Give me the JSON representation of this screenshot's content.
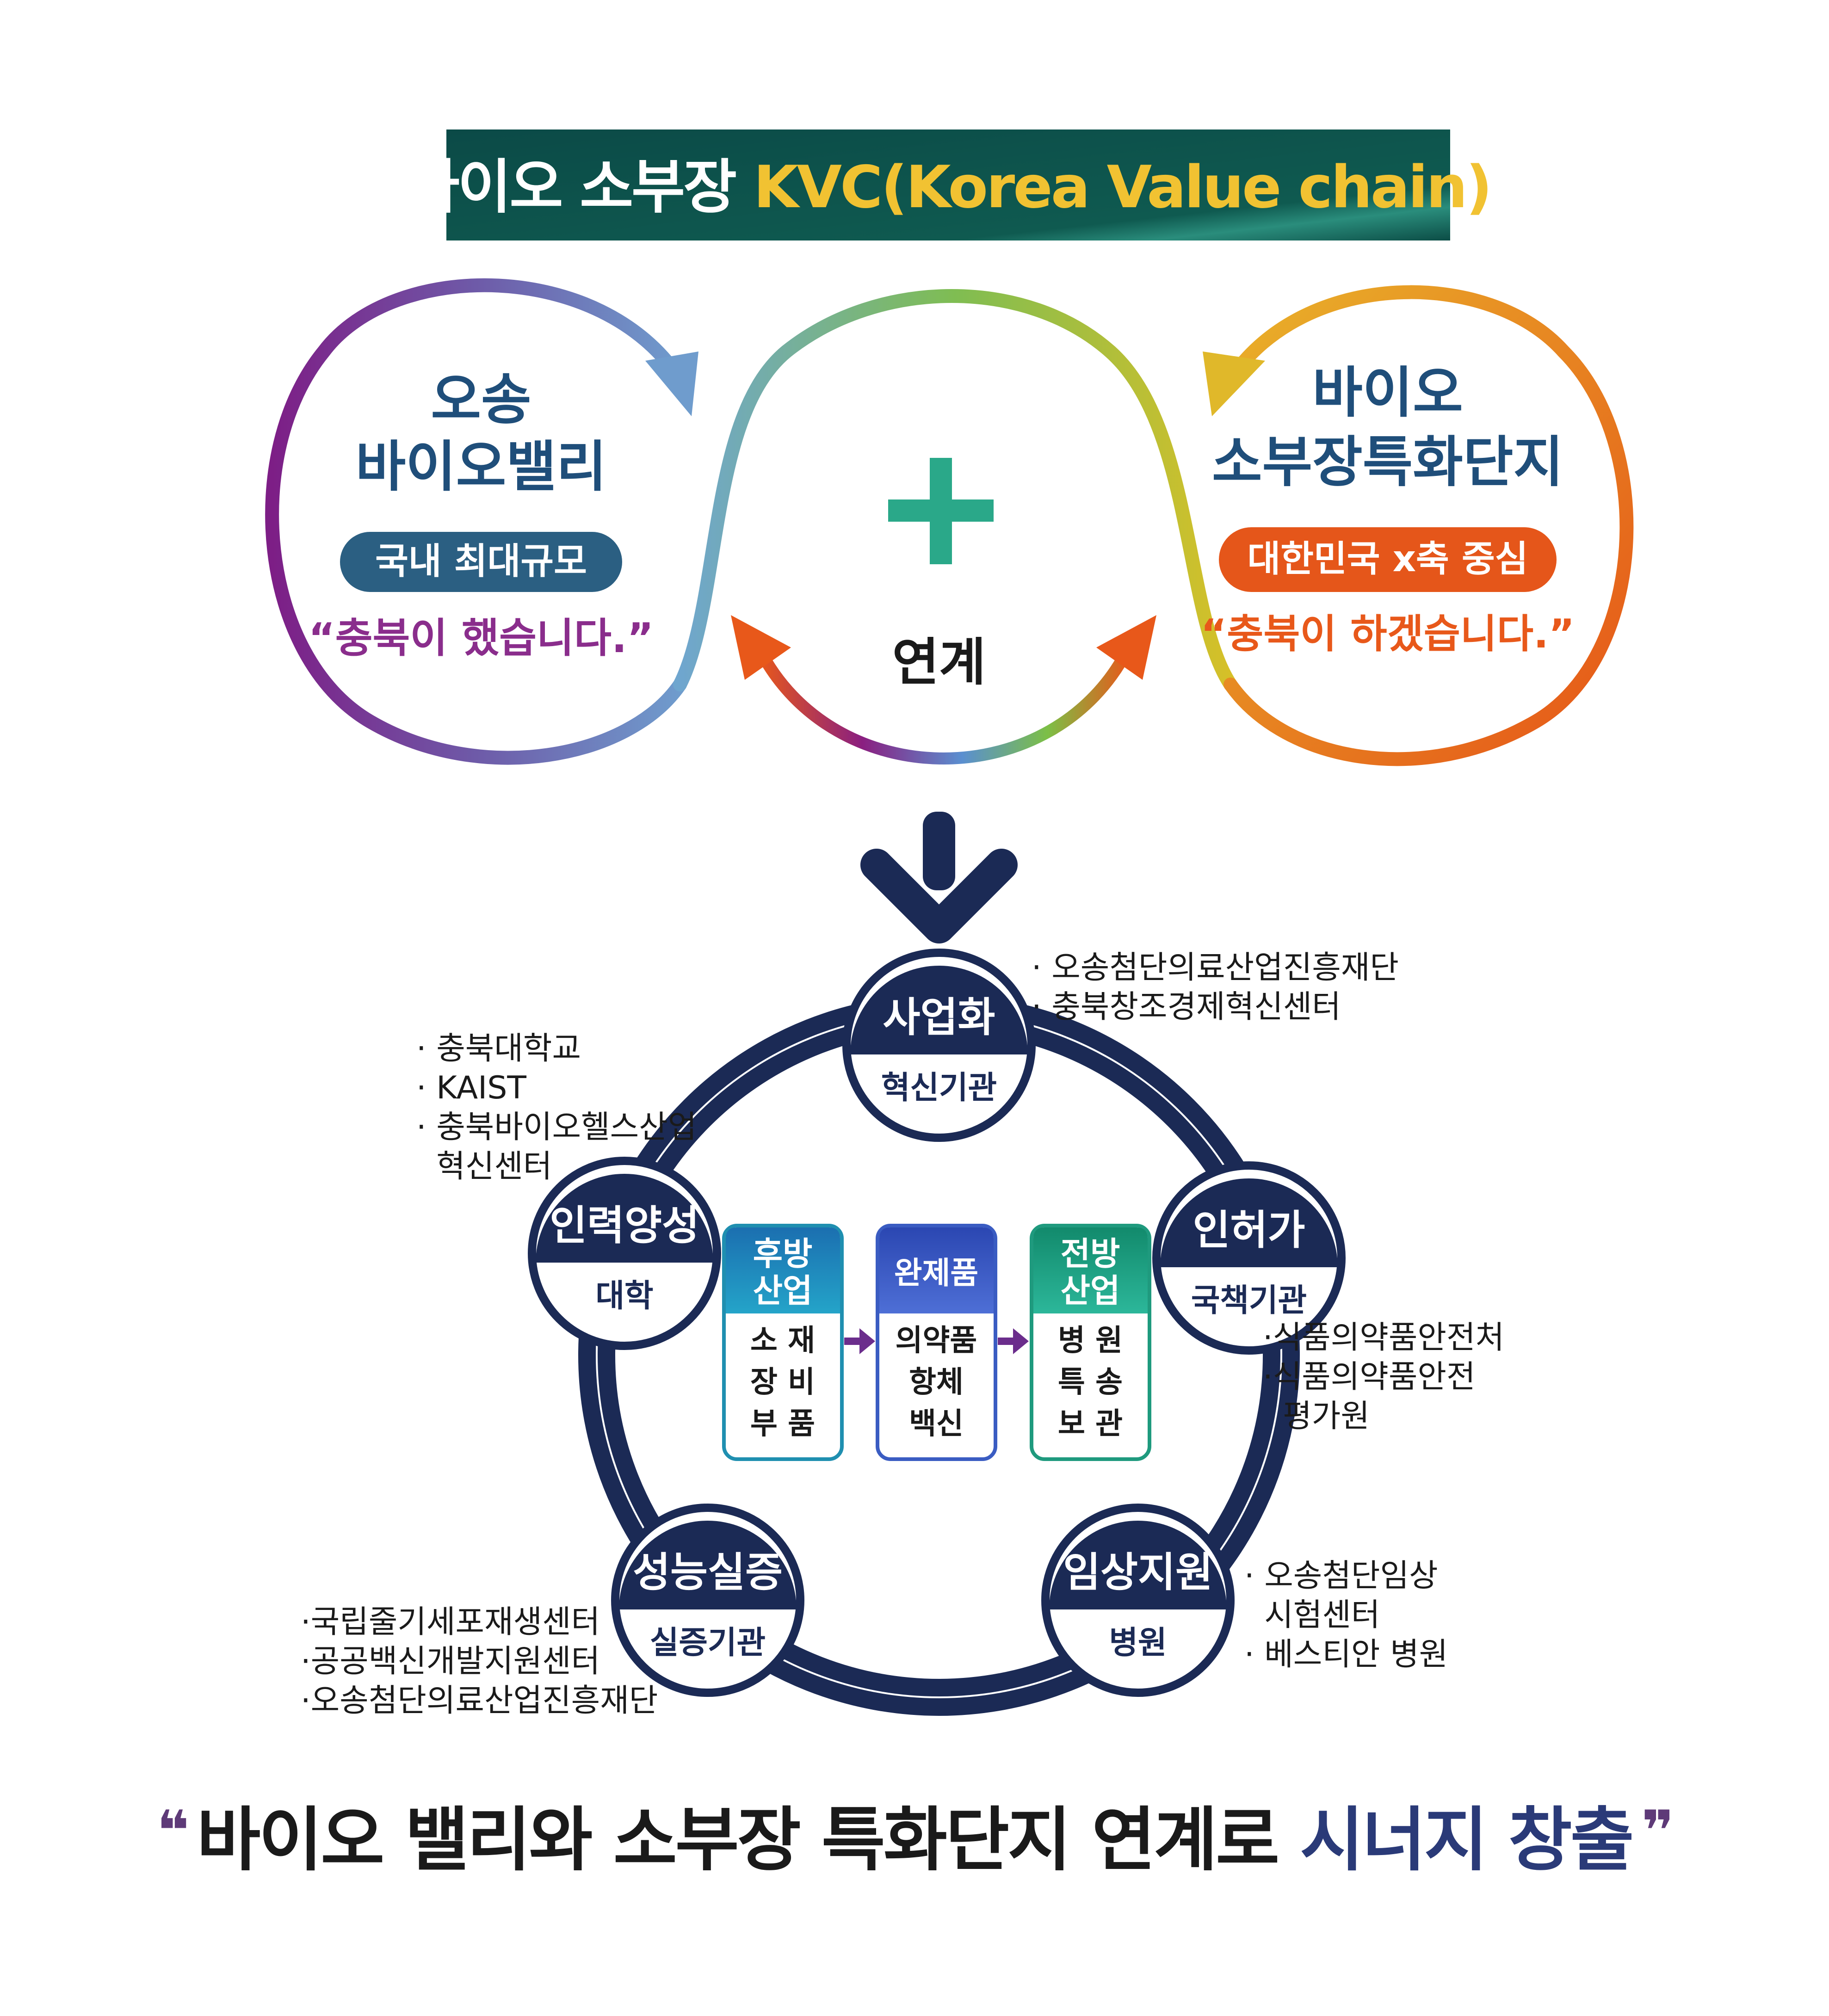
{
  "title": {
    "main": "바이오 소부장 ",
    "accent": "KVC(Korea Value chain)"
  },
  "left_circle": {
    "line1": "오송",
    "line2": "바이오밸리",
    "badge": "국내 최대규모",
    "quote": "“충북이 했습니다.”"
  },
  "right_circle": {
    "line1": "바이오",
    "line2": "소부장특화단지",
    "badge": "대한민국 x축 중심",
    "quote": "“충북이 하겠습니다.”"
  },
  "center": {
    "plus": "+",
    "label": "연계"
  },
  "nodes": {
    "commercialization": {
      "title": "사업화",
      "sub": "혁신기관"
    },
    "approval": {
      "title": "인허가",
      "sub": "국책기관"
    },
    "clinical": {
      "title": "임상지원",
      "sub": "병원"
    },
    "validation": {
      "title": "성능실증",
      "sub": "실증기관"
    },
    "training": {
      "title": "인력양성",
      "sub": "대학"
    }
  },
  "notes": {
    "commercialization": [
      "· 오송첨단의료산업진흥재단",
      "· 충북창조경제혁신센터"
    ],
    "training": [
      "· 충북대학교",
      "· KAIST",
      "· 충북바이오헬스산업",
      "  혁신센터"
    ],
    "approval": [
      "·식품의약품안전처",
      "·식품의약품안전",
      "  평가원"
    ],
    "clinical": [
      "· 오송첨단임상",
      "  시험센터",
      "· 베스티안 병원"
    ],
    "validation": [
      "·국립줄기세포재생센터",
      "·공공백신개발지원센터",
      "·오송첨단의료산업진흥재단"
    ]
  },
  "industries": [
    {
      "header1": "후방",
      "header2": "산업",
      "items": [
        "소 재",
        "장 비",
        "부 품"
      ]
    },
    {
      "header1": "완제품",
      "header2": "",
      "items": [
        "의약품",
        "항체",
        "백신"
      ]
    },
    {
      "header1": "전방",
      "header2": "산업",
      "items": [
        "병 원",
        "특 송",
        "보 관"
      ]
    }
  ],
  "bottom": {
    "open_quote": "❝",
    "text": "바이오 밸리와 소부장 특화단지 연계로 ",
    "accent": "시너지 창출",
    "close_quote": "❞"
  },
  "colors": {
    "navy": "#1b2a55",
    "title_bg": "#0f5a50",
    "title_accent": "#f1c232",
    "purple": "#8a2d8c",
    "orange": "#e8581a",
    "green": "#2aa889",
    "blue_text": "#1f4e7a",
    "teal_header": "#1786b8",
    "blue_header": "#3a5cc2",
    "green_header": "#1f9a7e",
    "arrow_purple": "#6b2d8c"
  }
}
